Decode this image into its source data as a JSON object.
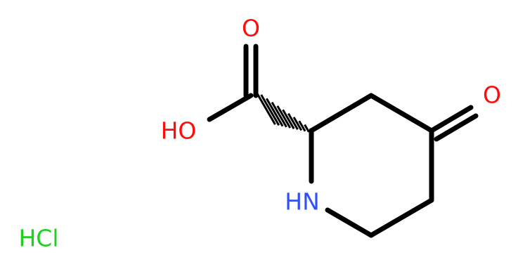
{
  "structure": {
    "atoms": {
      "carbonyl_o": {
        "label": "O",
        "color": "#ff0d0d"
      },
      "acid_o": {
        "label": "O",
        "color": "#ff0d0d"
      },
      "hydroxyl": {
        "label": "HO",
        "color": "#ff0d0d"
      },
      "ring_n": {
        "label": "HN",
        "color": "#3050f8"
      },
      "salt": {
        "label": "HCl",
        "color": "#1fd01f"
      }
    },
    "bond_color": "#000000"
  }
}
